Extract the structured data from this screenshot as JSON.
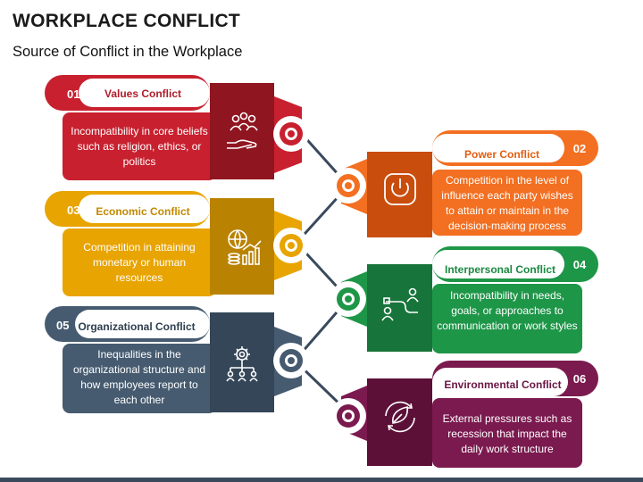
{
  "title": "WORKPLACE CONFLICT",
  "subtitle": "Source of Conflict in the Workplace",
  "items": [
    {
      "num": "01",
      "label": "Values Conflict",
      "desc": "Incompatibility in core beliefs such as religion, ethics, or politics",
      "icon": "people-hand-icon"
    },
    {
      "num": "02",
      "label": "Power Conflict",
      "desc": "Competition in the level of influence each party wishes to attain or maintain in the decision-making process",
      "icon": "power-icon"
    },
    {
      "num": "03",
      "label": "Economic Conflict",
      "desc": "Competition in attaining monetary or human resources",
      "icon": "globe-coins-icon"
    },
    {
      "num": "04",
      "label": "Interpersonal Conflict",
      "desc": "Incompatibility in needs, goals, or approaches to communication or work styles",
      "icon": "path-people-icon"
    },
    {
      "num": "05",
      "label": "Organizational Conflict",
      "desc": "Inequalities in the organizational structure and how employees report to each other",
      "icon": "org-gear-icon"
    },
    {
      "num": "06",
      "label": "Environmental Conflict",
      "desc": "External pressures such as recession that impact the daily work structure",
      "icon": "leaf-cycle-icon"
    }
  ],
  "colors": {
    "values": "#c8202f",
    "power": "#f36f21",
    "economic": "#e8a400",
    "interpersonal": "#1e9648",
    "organizational": "#465b70",
    "environmental": "#7b1a4f",
    "connector": "#3a4a5c"
  }
}
